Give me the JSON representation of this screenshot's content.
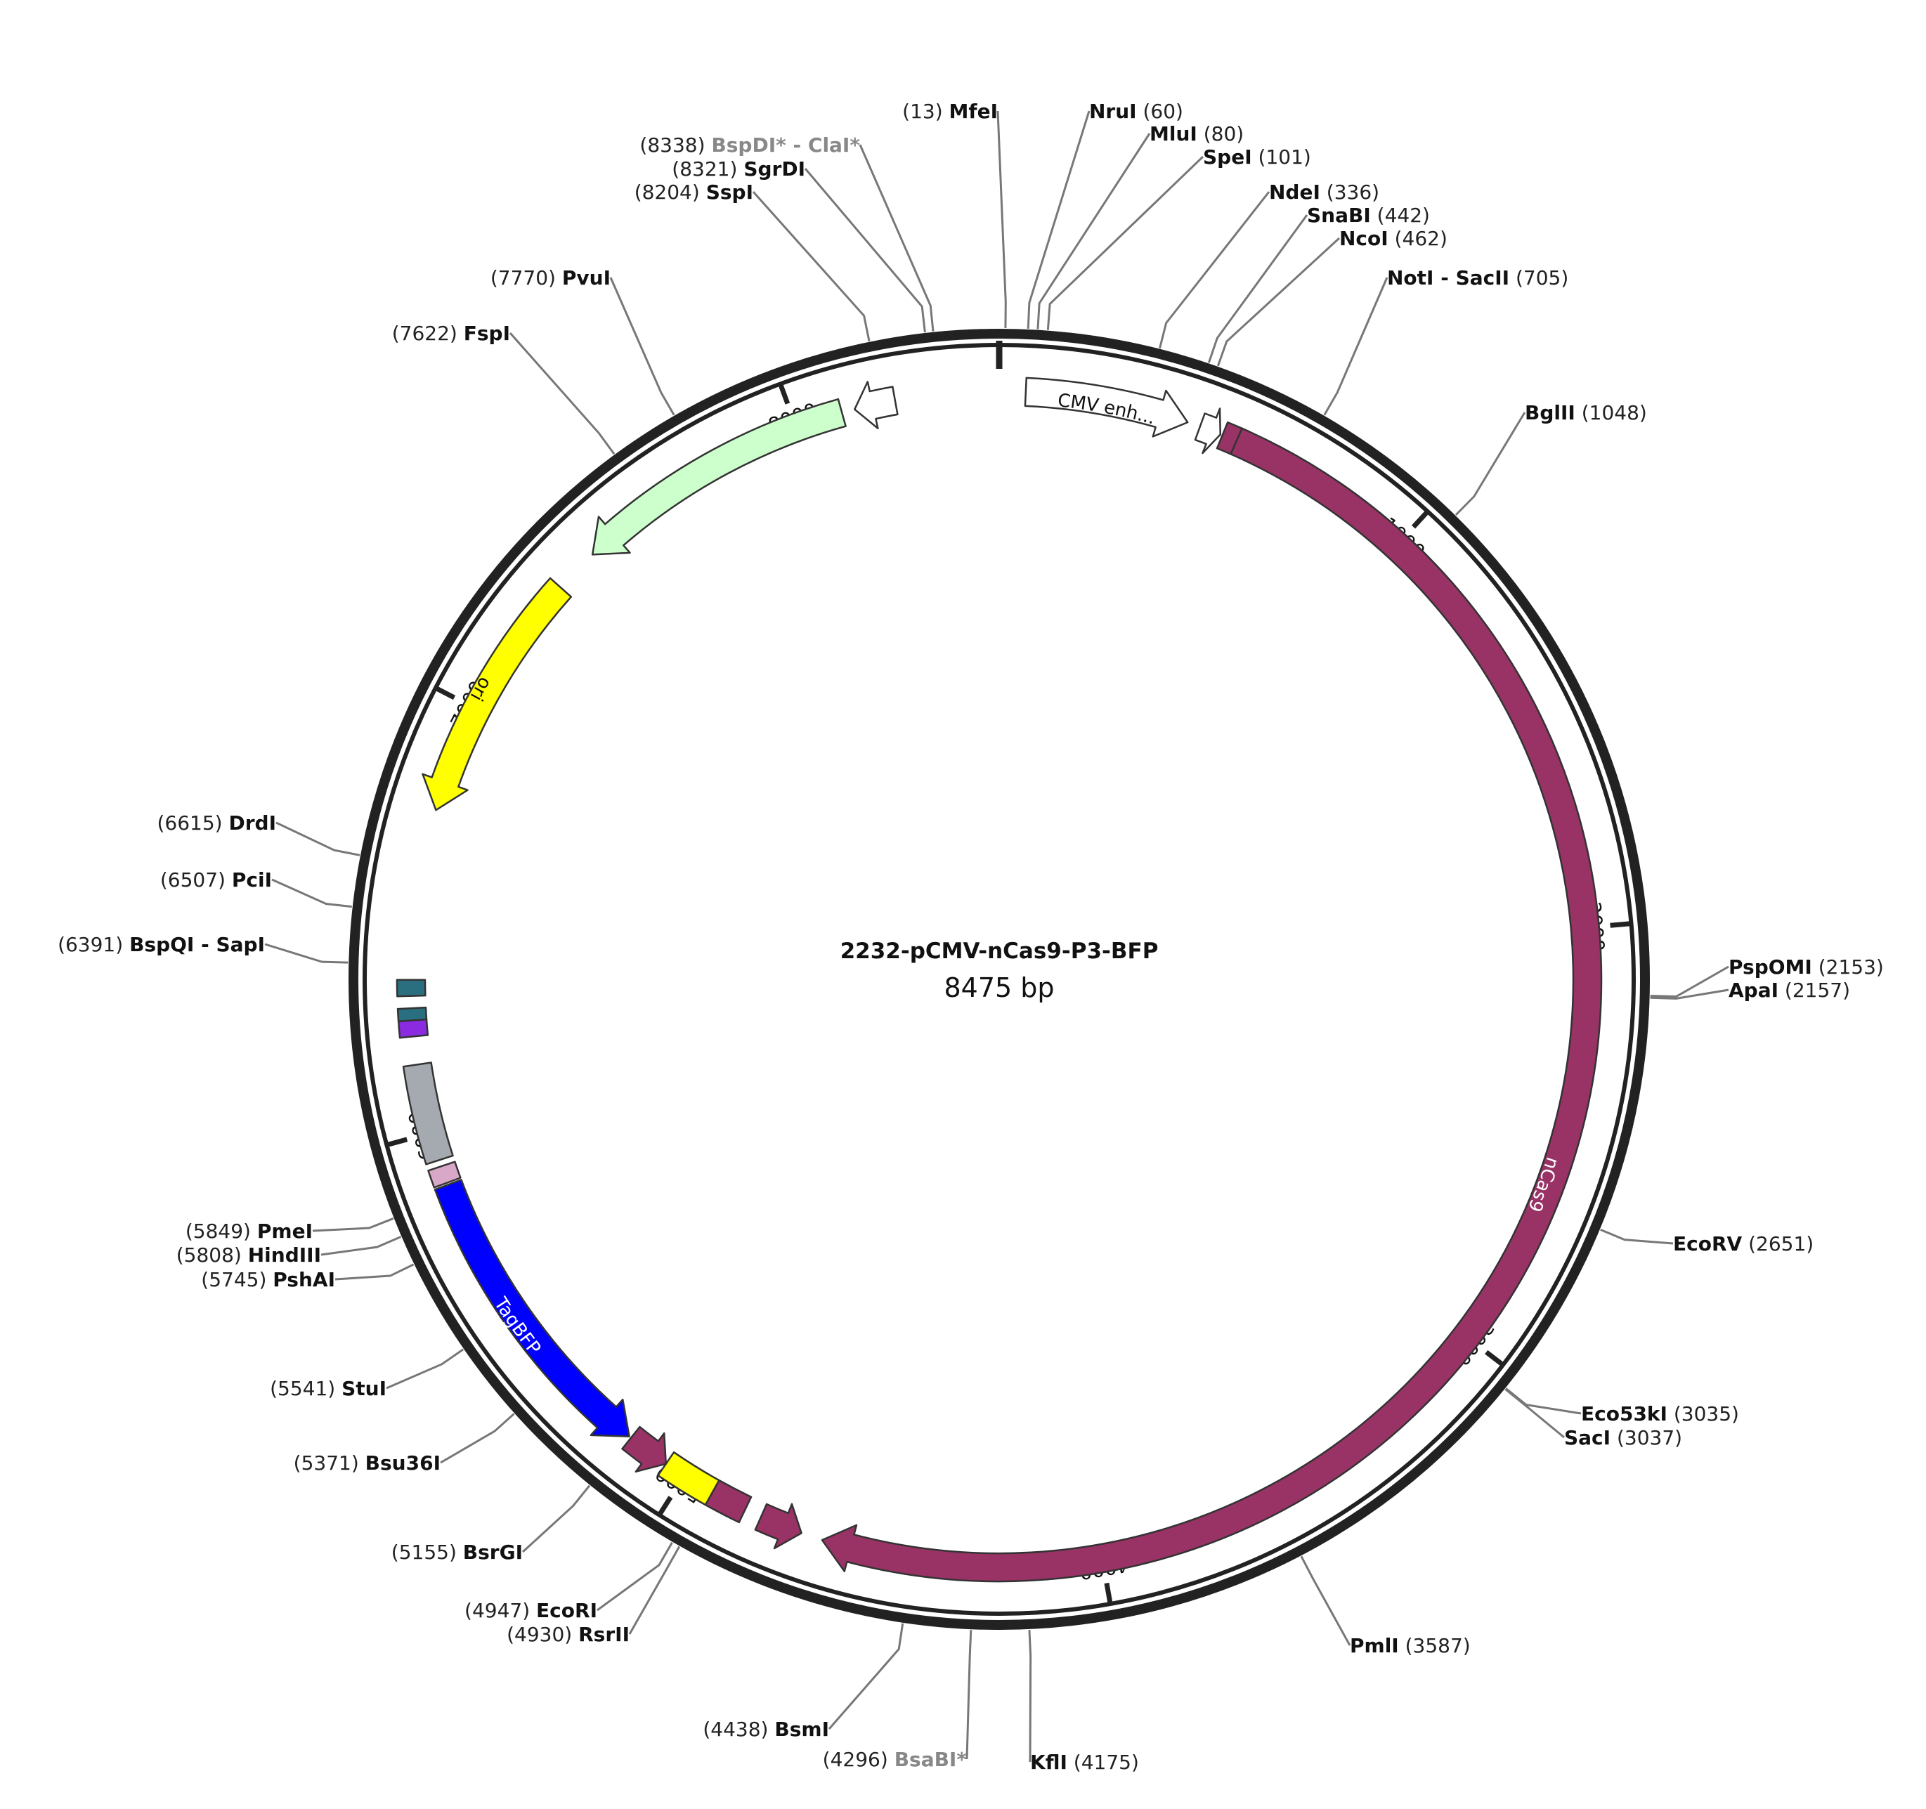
{
  "plasmid": {
    "name": "2232-pCMV-nCas9-P3-BFP",
    "size_label": "8475 bp",
    "length_bp": 8475
  },
  "ticks": [
    "1000",
    "2000",
    "3000",
    "4000",
    "5000",
    "6000",
    "7000",
    "8000"
  ],
  "features": [
    {
      "name": "CMV enh...",
      "start": 61,
      "end": 440,
      "strand": 1,
      "color": "#ffffff",
      "label_color": "#111111"
    },
    {
      "name": "",
      "start": 470,
      "end": 520,
      "strand": 1,
      "color": "#ffffff"
    },
    {
      "name": "",
      "start": 525,
      "end": 560,
      "strand": 0,
      "color": "#993366"
    },
    {
      "name": "nCas9",
      "start": 560,
      "end": 4650,
      "strand": 1,
      "color": "#993366",
      "label_color": "#ffffff"
    },
    {
      "name": "",
      "start": 4700,
      "end": 4800,
      "strand": -1,
      "color": "#993366"
    },
    {
      "name": "",
      "start": 4840,
      "end": 4925,
      "strand": 0,
      "color": "#993366"
    },
    {
      "name": "",
      "start": 4925,
      "end": 5050,
      "strand": 0,
      "color": "#ffff00"
    },
    {
      "name": "",
      "start": 5050,
      "end": 5150,
      "strand": -1,
      "color": "#993366"
    },
    {
      "name": "TagBFP",
      "start": 5155,
      "end": 5875,
      "strand": -1,
      "color": "#0000ff",
      "label_color": "#ffffff"
    },
    {
      "name": "",
      "start": 5880,
      "end": 5920,
      "strand": 0,
      "color": "#d9a8c8"
    },
    {
      "name": "",
      "start": 5935,
      "end": 6160,
      "strand": 0,
      "color": "#a5aab0"
    },
    {
      "name": "",
      "start": 6225,
      "end": 6262,
      "strand": 0,
      "color": "#8a2be2"
    },
    {
      "name": "",
      "start": 6262,
      "end": 6290,
      "strand": 0,
      "color": "#2a6f7f"
    },
    {
      "name": "",
      "start": 6318,
      "end": 6355,
      "strand": 0,
      "color": "#2a6f7f"
    },
    {
      "name": "ori",
      "start": 6750,
      "end": 7340,
      "strand": -1,
      "color": "#ffff00",
      "label_color": "#111111"
    },
    {
      "name": "",
      "start": 7445,
      "end": 8110,
      "strand": -1,
      "color": "#ccffcc"
    },
    {
      "name": "",
      "start": 8140,
      "end": 8235,
      "strand": -1,
      "color": "#ffffff"
    }
  ],
  "sites": [
    {
      "pos": "13",
      "name": "MfeI",
      "bp": 13,
      "side": "left"
    },
    {
      "pos": "60",
      "name": "NruI",
      "bp": 60,
      "side": "right"
    },
    {
      "pos": "80",
      "name": "MluI",
      "bp": 80,
      "side": "right"
    },
    {
      "pos": "101",
      "name": "SpeI",
      "bp": 101,
      "side": "right"
    },
    {
      "pos": "336",
      "name": "NdeI",
      "bp": 336,
      "side": "right"
    },
    {
      "pos": "442",
      "name": "SnaBI",
      "bp": 442,
      "side": "right"
    },
    {
      "pos": "462",
      "name": "NcoI",
      "bp": 462,
      "side": "right"
    },
    {
      "pos": "705",
      "name": "NotI - SacII",
      "bp": 705,
      "side": "right"
    },
    {
      "pos": "1048",
      "name": "BglII",
      "bp": 1048,
      "side": "right"
    },
    {
      "pos": "2153",
      "name": "PspOMI",
      "bp": 2153,
      "side": "right"
    },
    {
      "pos": "2157",
      "name": "ApaI",
      "bp": 2157,
      "side": "right"
    },
    {
      "pos": "2651",
      "name": "EcoRV",
      "bp": 2651,
      "side": "right"
    },
    {
      "pos": "3035",
      "name": "Eco53kI",
      "bp": 3035,
      "side": "right"
    },
    {
      "pos": "3037",
      "name": "SacI",
      "bp": 3037,
      "side": "right"
    },
    {
      "pos": "3587",
      "name": "PmlI",
      "bp": 3587,
      "side": "right"
    },
    {
      "pos": "4175",
      "name": "KflI",
      "bp": 4175,
      "side": "right"
    },
    {
      "pos": "4296",
      "name": "BsaBI*",
      "bp": 4296,
      "side": "left",
      "gray": true
    },
    {
      "pos": "4438",
      "name": "BsmI",
      "bp": 4438,
      "side": "left"
    },
    {
      "pos": "4930",
      "name": "RsrII",
      "bp": 4930,
      "side": "left"
    },
    {
      "pos": "4947",
      "name": "EcoRI",
      "bp": 4947,
      "side": "left"
    },
    {
      "pos": "5155",
      "name": "BsrGI",
      "bp": 5155,
      "side": "left"
    },
    {
      "pos": "5371",
      "name": "Bsu36I",
      "bp": 5371,
      "side": "left"
    },
    {
      "pos": "5541",
      "name": "StuI",
      "bp": 5541,
      "side": "left"
    },
    {
      "pos": "5745",
      "name": "PshAI",
      "bp": 5745,
      "side": "left"
    },
    {
      "pos": "5808",
      "name": "HindIII",
      "bp": 5808,
      "side": "left"
    },
    {
      "pos": "5849",
      "name": "PmeI",
      "bp": 5849,
      "side": "left"
    },
    {
      "pos": "6391",
      "name": "BspQI - SapI",
      "bp": 6391,
      "side": "left"
    },
    {
      "pos": "6507",
      "name": "PciI",
      "bp": 6507,
      "side": "left"
    },
    {
      "pos": "6615",
      "name": "DrdI",
      "bp": 6615,
      "side": "left"
    },
    {
      "pos": "7622",
      "name": "FspI",
      "bp": 7622,
      "side": "left"
    },
    {
      "pos": "7770",
      "name": "PvuI",
      "bp": 7770,
      "side": "left"
    },
    {
      "pos": "8204",
      "name": "SspI",
      "bp": 8204,
      "side": "left"
    },
    {
      "pos": "8321",
      "name": "SgrDI",
      "bp": 8321,
      "side": "left"
    },
    {
      "pos": "8338",
      "name": "BspDI* - ClaI*",
      "bp": 8338,
      "side": "left",
      "gray": true
    }
  ]
}
